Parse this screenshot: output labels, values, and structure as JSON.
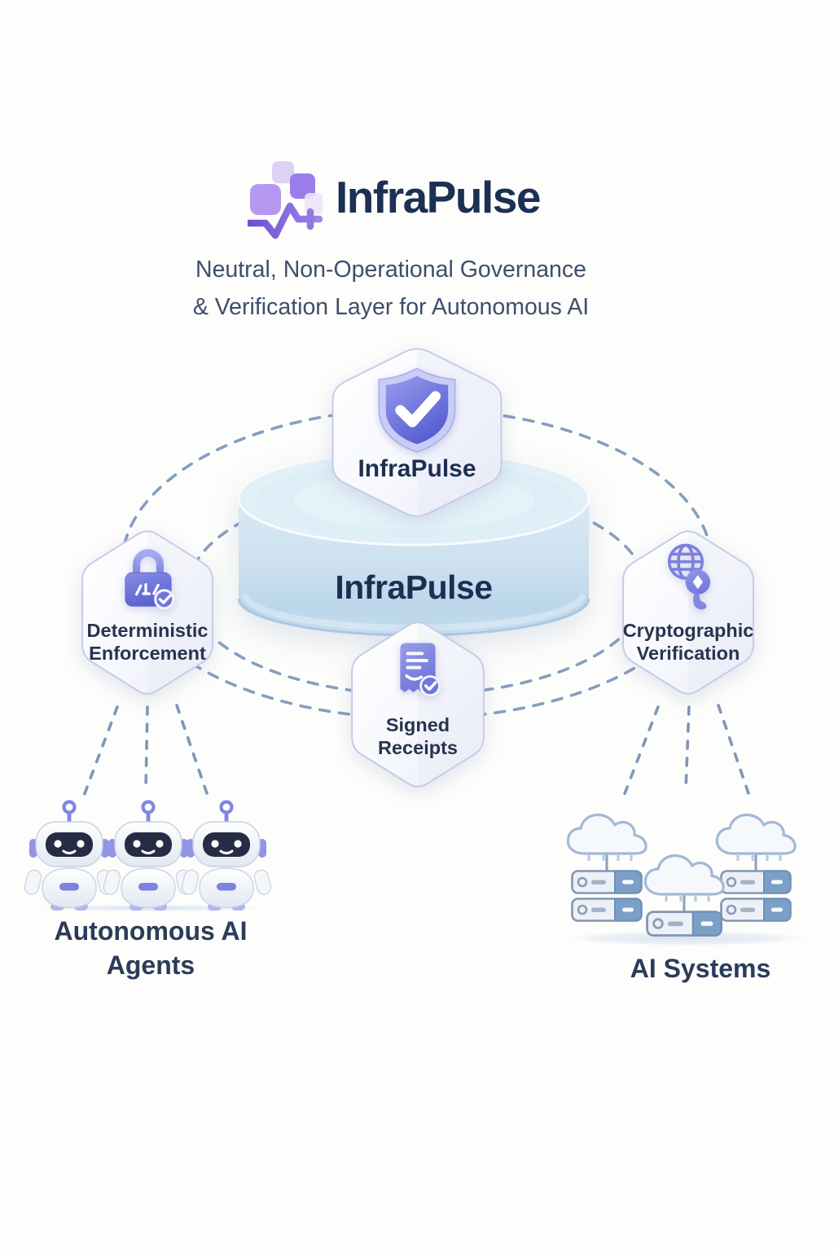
{
  "header": {
    "brand": "InfraPulse",
    "tagline_line1": "Neutral, Non-Operational Governance",
    "tagline_line2": "& Verification Layer for Autonomous AI",
    "logo_icon": "pulse-squares-icon"
  },
  "hub": {
    "badge_label": "InfraPulse",
    "badge_icon": "shield-check-icon",
    "platform_label": "InfraPulse"
  },
  "nodes": {
    "deterministic_enforcement": {
      "line1": "Deterministic",
      "line2": "Enforcement",
      "icon": "lock-check-icon"
    },
    "signed_receipts": {
      "line1": "Signed",
      "line2": "Receipts",
      "icon": "receipt-check-icon"
    },
    "cryptographic_verification": {
      "line1": "Cryptographic",
      "line2": "Verification",
      "icon": "globe-key-icon"
    }
  },
  "groups": {
    "agents": {
      "line1": "Autonomous AI",
      "line2": "Agents",
      "icon": "robot-icon",
      "count": 3
    },
    "systems": {
      "label": "AI Systems",
      "icon": "cloud-server-icon",
      "count": 3
    }
  },
  "colors": {
    "background": "#fdfdfb",
    "brand_navy": "#1b3052",
    "tagline_slate": "#3e4e6c",
    "logo_purple": "#9b7cea",
    "accent_purple": "#7177dd",
    "shield_purple_dark": "#565ed0",
    "platform_blue": "#cde1f0",
    "dash_blue_gray": "#7f99ba",
    "hexagon_border": "#c6cbe9",
    "server_steel_blue": "#7b9fc7",
    "robot_face_navy": "#252c43"
  }
}
